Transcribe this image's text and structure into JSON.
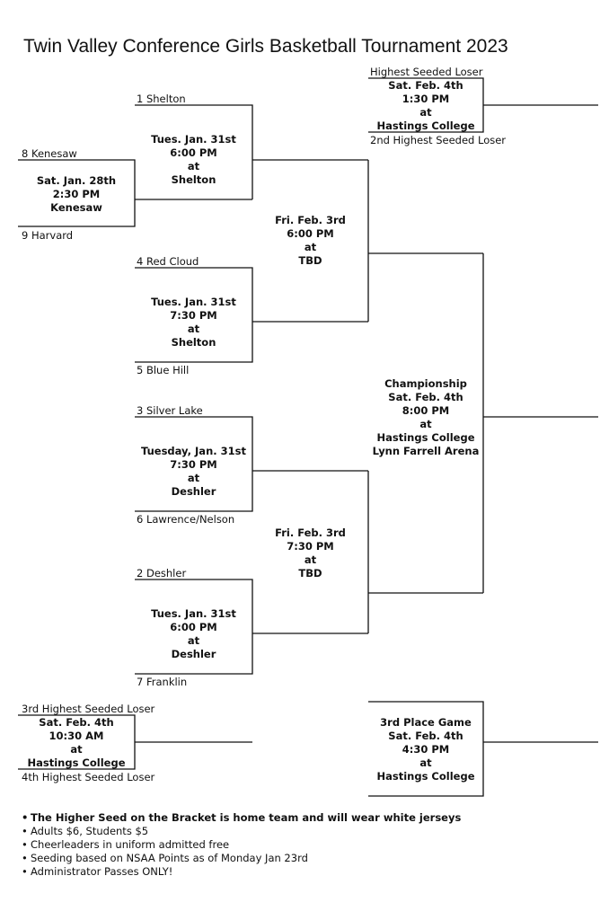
{
  "title": "Twin Valley Conference Girls Basketball Tournament 2023",
  "teams": {
    "shelton": "1 Shelton",
    "kenesaw": "8 Kenesaw",
    "harvard": "9 Harvard",
    "red_cloud": "4 Red Cloud",
    "blue_hill": "5 Blue Hill",
    "silver_lake": "3 Silver Lake",
    "lawrence_nelson": "6 Lawrence/Nelson",
    "deshler": "2 Deshler",
    "franklin": "7 Franklin",
    "highest_loser": "Highest Seeded Loser",
    "second_loser": "2nd Highest Seeded Loser",
    "third_loser": "3rd Highest Seeded Loser",
    "fourth_loser": "4th Highest Seeded Loser"
  },
  "games": {
    "kenesaw": [
      "Sat. Jan. 28th",
      "2:30 PM",
      "Kenesaw"
    ],
    "shelton_q1": [
      "Tues. Jan. 31st",
      "6:00 PM",
      "at",
      "Shelton"
    ],
    "shelton_q2": [
      "Tues. Jan. 31st",
      "7:30 PM",
      "at",
      "Shelton"
    ],
    "deshler_q3": [
      "Tuesday, Jan. 31st",
      "7:30 PM",
      "at",
      "Deshler"
    ],
    "deshler_q4": [
      "Tues. Jan. 31st",
      "6:00 PM",
      "at",
      "Deshler"
    ],
    "semi1": [
      "Fri. Feb. 3rd",
      "6:00 PM",
      "at",
      "TBD"
    ],
    "semi2": [
      "Fri. Feb. 3rd",
      "7:30 PM",
      "at",
      "TBD"
    ],
    "consolation_top": [
      "Sat. Feb. 4th",
      "1:30 PM",
      "at",
      "Hastings College"
    ],
    "championship": [
      "Championship",
      "Sat. Feb. 4th",
      "8:00 PM",
      "at",
      "Hastings College",
      "Lynn Farrell Arena"
    ],
    "consolation_bottom": [
      "Sat. Feb. 4th",
      "10:30 AM",
      "at",
      "Hastings College"
    ],
    "third_place": [
      "3rd Place Game",
      "Sat. Feb. 4th",
      "4:30 PM",
      "at",
      "Hastings College"
    ]
  },
  "notes": [
    "The Higher Seed on the Bracket is home team and will wear white jerseys",
    "Adults $6, Students $5",
    "Cheerleaders in uniform admitted free",
    "Seeding based on NSAA Points as of Monday Jan 23rd",
    "Administrator Passes ONLY!"
  ],
  "note_bullet": "•"
}
